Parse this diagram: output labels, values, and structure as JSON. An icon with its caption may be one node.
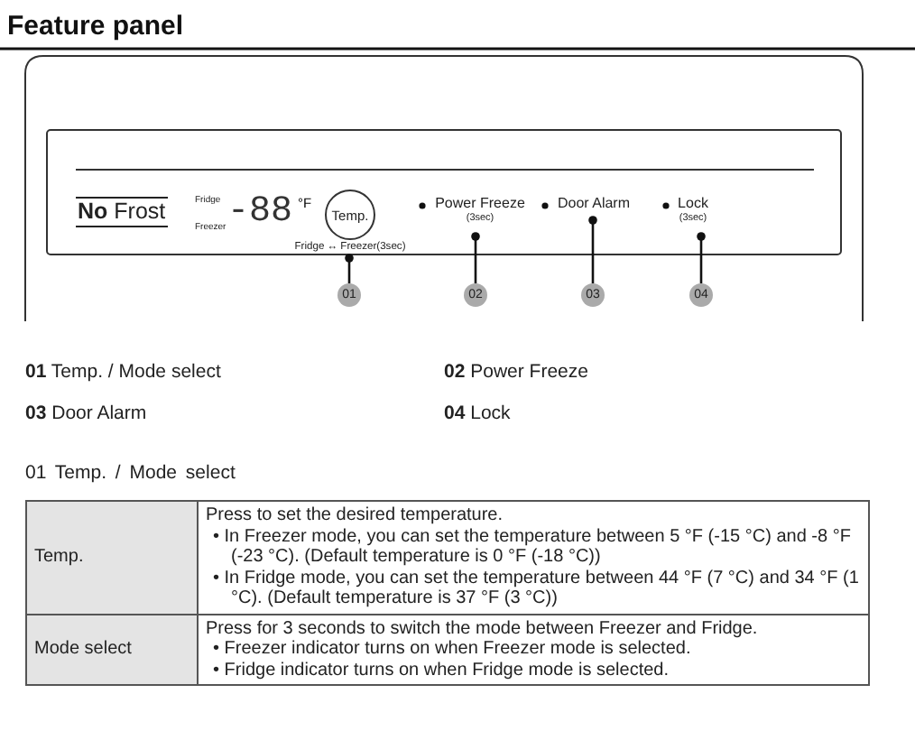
{
  "diagram": {
    "title": "Feature panel",
    "nodes": [
      {
        "text": [
          "Temp."
        ]
      },
      {
        "text": [
          "Fridge ↔ Freezer(3sec)"
        ]
      },
      {
        "text": [
          "Power Freeze",
          "(3sec)"
        ]
      },
      {
        "text": [
          "Door Alarm"
        ]
      },
      {
        "text": [
          "Lock",
          "(3sec)"
        ]
      },
      {
        "text": [
          "01"
        ]
      },
      {
        "text": [
          "02"
        ]
      },
      {
        "text": [
          "03"
        ]
      },
      {
        "text": [
          "04"
        ]
      }
    ],
    "edges": [
      {
        "from": 5,
        "to": 1,
        "arrow": "other"
      },
      {
        "from": 6,
        "to": 2,
        "arrow": "other"
      },
      {
        "from": 7,
        "to": 3,
        "arrow": "other"
      },
      {
        "from": 8,
        "to": 4,
        "arrow": "other"
      }
    ],
    "labels": [
      "**No** Frost",
      "Fridge",
      "Freezer",
      "-88",
      "°F",
      "**01** Temp. / Mode select",
      "**02** Power Freeze",
      "**03** Door Alarm",
      "**04** Lock",
      "01 Temp. / Mode select",
      "Temp.",
      "Press to set the desired temperature.",
      "• In Freezer mode, you can set the temperature between 5 °F (-15 °C) and -8 °F (-23 °C). (Default temperature is 0 °F (-18 °C))",
      "• In Fridge mode, you can set the temperature between 44 °F (7 °C) and 34 °F (1 °C). (Default temperature is 37 °F (3 °C))",
      "Mode select",
      "Press for 3 seconds to switch the mode between Freezer and Fridge.",
      "• Freezer indicator turns on when Freezer mode is selected.",
      "• Fridge indicator turns on when Fridge mode is selected."
    ]
  }
}
